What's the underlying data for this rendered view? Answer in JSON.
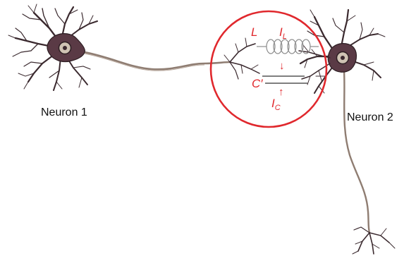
{
  "neurons": {
    "n1": {
      "label": "Neuron 1"
    },
    "n2": {
      "label": "Neuron 2"
    }
  },
  "circuit": {
    "inductor_label": "L",
    "current_inductor": {
      "main": "I",
      "sub": "L"
    },
    "capacitor_label": "C′",
    "current_capacitor": {
      "main": "I",
      "sub": "C"
    },
    "arrow_down": "↓",
    "arrow_up": "↑"
  },
  "colors": {
    "highlight": "#e0282d",
    "neuron_body": "#5a3a45",
    "dendrite": "#3b2a2f",
    "axon": "#8f7d72",
    "coil": "#8c8c8c",
    "nucleus": "#cfc3b3"
  }
}
